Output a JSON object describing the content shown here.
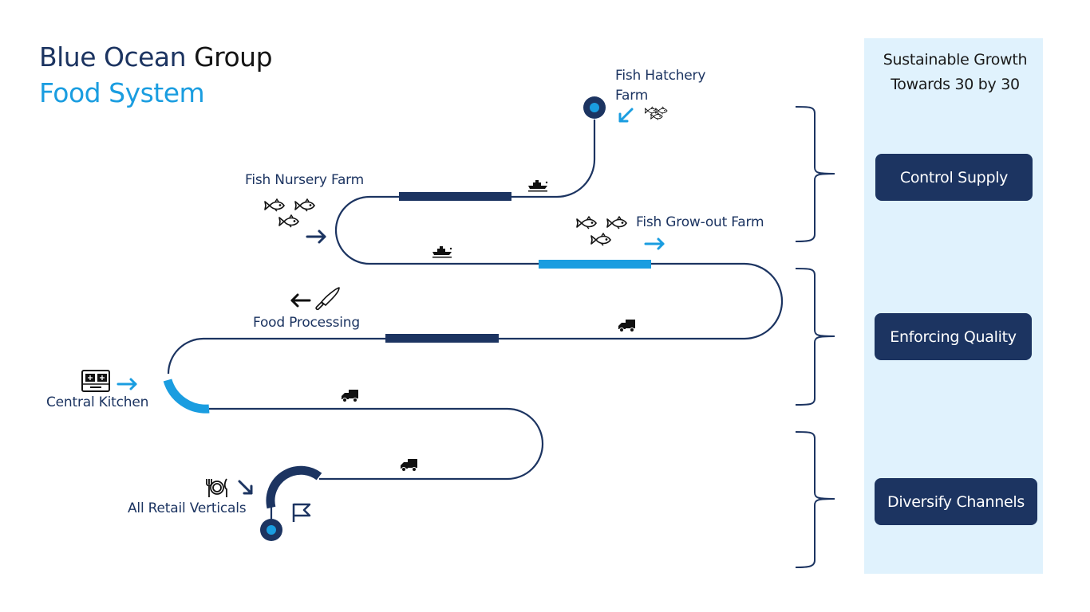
{
  "header": {
    "title_part1": "Blue Ocean",
    "title_part2": "Group",
    "subtitle": "Food System"
  },
  "colors": {
    "navy": "#1c3461",
    "accent_blue": "#1a9de0",
    "panel_bg": "#e0f2fd",
    "icon_black": "#111111"
  },
  "stages": [
    {
      "id": "hatchery",
      "label_line1": "Fish Hatchery",
      "label_line2": "Farm",
      "icon": "fish-school-icon",
      "arrow": "arrow-down-left-icon"
    },
    {
      "id": "nursery",
      "label": "Fish Nursery Farm",
      "icon": "fish-school-icon",
      "arrow": "arrow-right-icon"
    },
    {
      "id": "growout",
      "label": "Fish Grow-out Farm",
      "icon": "fish-school-icon",
      "arrow": "arrow-right-icon"
    },
    {
      "id": "processing",
      "label": "Food Processing",
      "icon": "knife-icon",
      "arrow": "arrow-left-icon"
    },
    {
      "id": "kitchen",
      "label": "Central Kitchen",
      "icon": "stove-icon",
      "arrow": "arrow-right-icon"
    },
    {
      "id": "retail",
      "label": "All Retail Verticals",
      "icon": "plate-cutlery-icon",
      "arrow": "arrow-down-right-icon"
    }
  ],
  "transport_icons": [
    "boat-icon",
    "boat-icon",
    "truck-icon",
    "truck-icon",
    "truck-icon"
  ],
  "end_marker": "flag-icon",
  "panel": {
    "title_line1": "Sustainable Growth",
    "title_line2": "Towards 30 by 30",
    "goals": [
      {
        "label": "Control Supply"
      },
      {
        "label": "Enforcing Quality"
      },
      {
        "label": "Diversify Channels"
      }
    ]
  }
}
